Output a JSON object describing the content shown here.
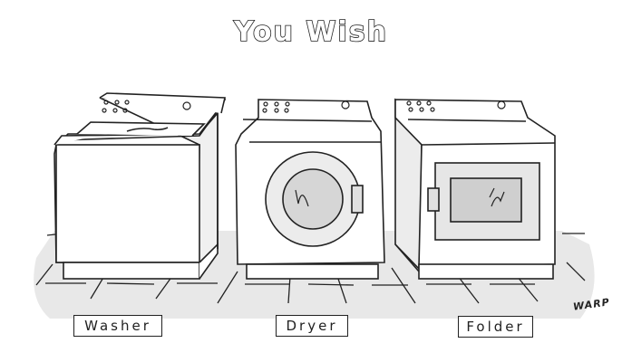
{
  "cartoon": {
    "title": "You Wish",
    "signature": "WARP",
    "appliances": [
      {
        "name": "washer",
        "label": "Washer"
      },
      {
        "name": "dryer",
        "label": "Dryer"
      },
      {
        "name": "folder",
        "label": "Folder"
      }
    ],
    "colors": {
      "ink": "#222222",
      "floor": "#e6e6e6",
      "window_fill": "#cfcfcf",
      "background": "#ffffff"
    }
  }
}
